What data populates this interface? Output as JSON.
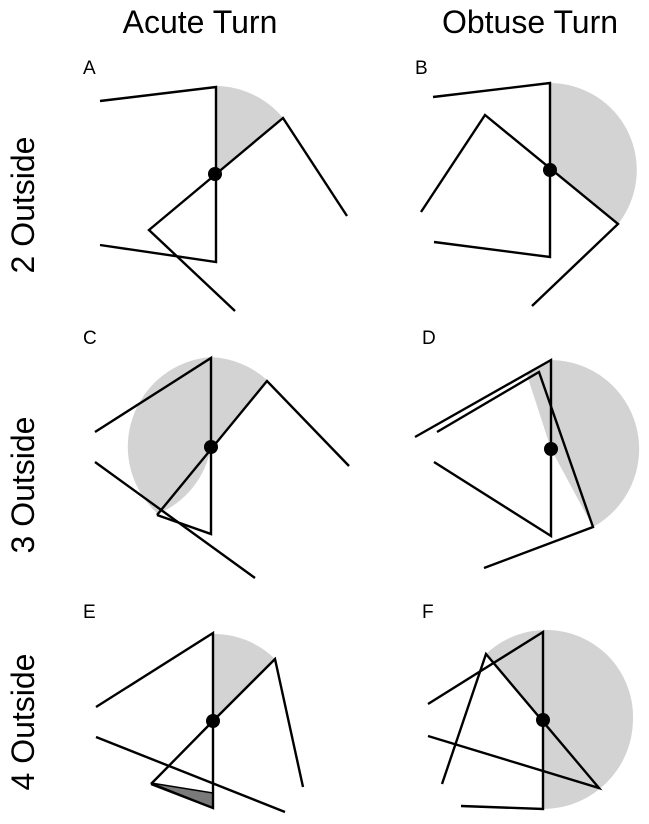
{
  "column_headers": [
    "Acute Turn",
    "Obtuse Turn"
  ],
  "row_headers": [
    "2 Outside",
    "3 Outside",
    "4 Outside"
  ],
  "panels": [
    {
      "letter": "A"
    },
    {
      "letter": "B"
    },
    {
      "letter": "C"
    },
    {
      "letter": "D"
    },
    {
      "letter": "E"
    },
    {
      "letter": "F"
    }
  ],
  "colors": {
    "sector_fill": "#d3d3d3",
    "overlap_fill": "#7a7a7a",
    "line": "#000000",
    "background": "#ffffff"
  }
}
